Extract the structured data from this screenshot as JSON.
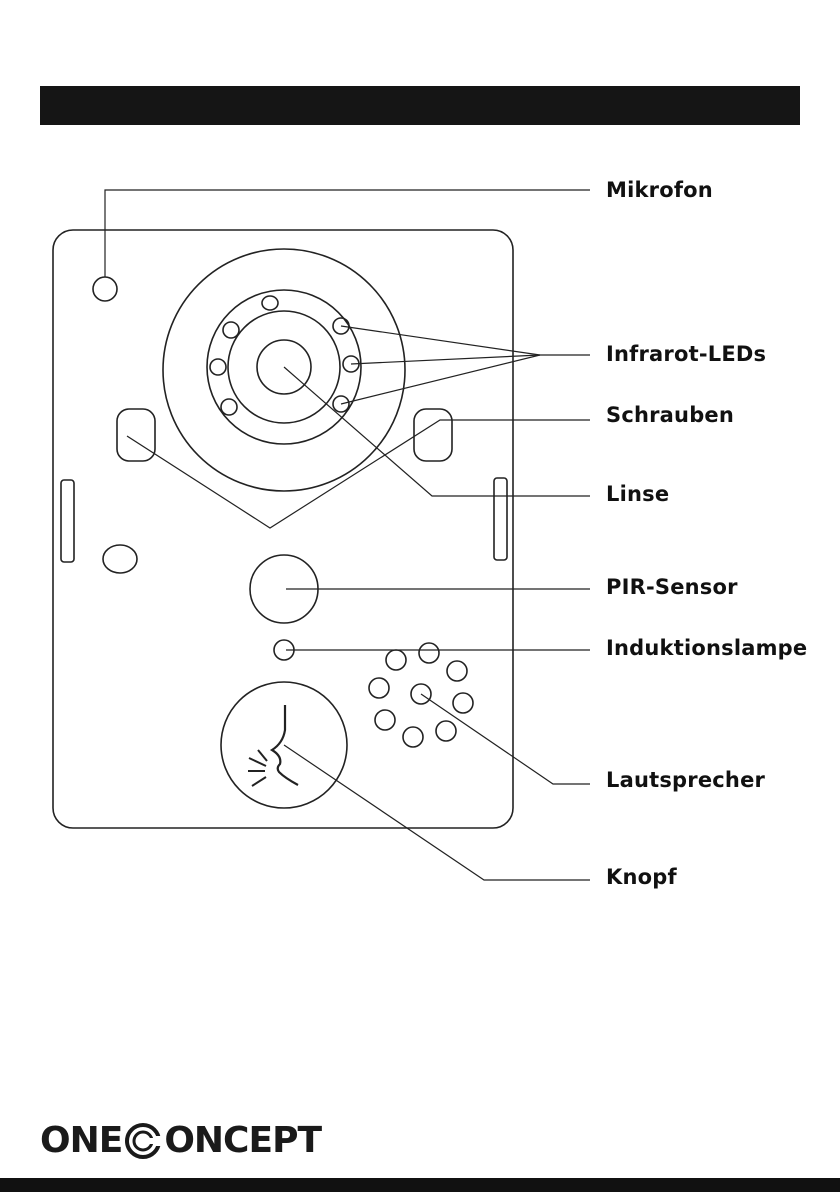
{
  "labels": {
    "mikrofon": "Mikrofon",
    "infrarot_leds": "Infrarot-LEDs",
    "schrauben": "Schrauben",
    "linse": "Linse",
    "pir_sensor": "PIR-Sensor",
    "induktionslampe": "Induktionslampe",
    "lautsprecher": "Lautsprecher",
    "knopf": "Knopf"
  },
  "logo": {
    "left": "ONE",
    "right": "ONCEPT"
  },
  "colors": {
    "header_bar": "#151515",
    "line": "#222222",
    "text": "#111111"
  }
}
